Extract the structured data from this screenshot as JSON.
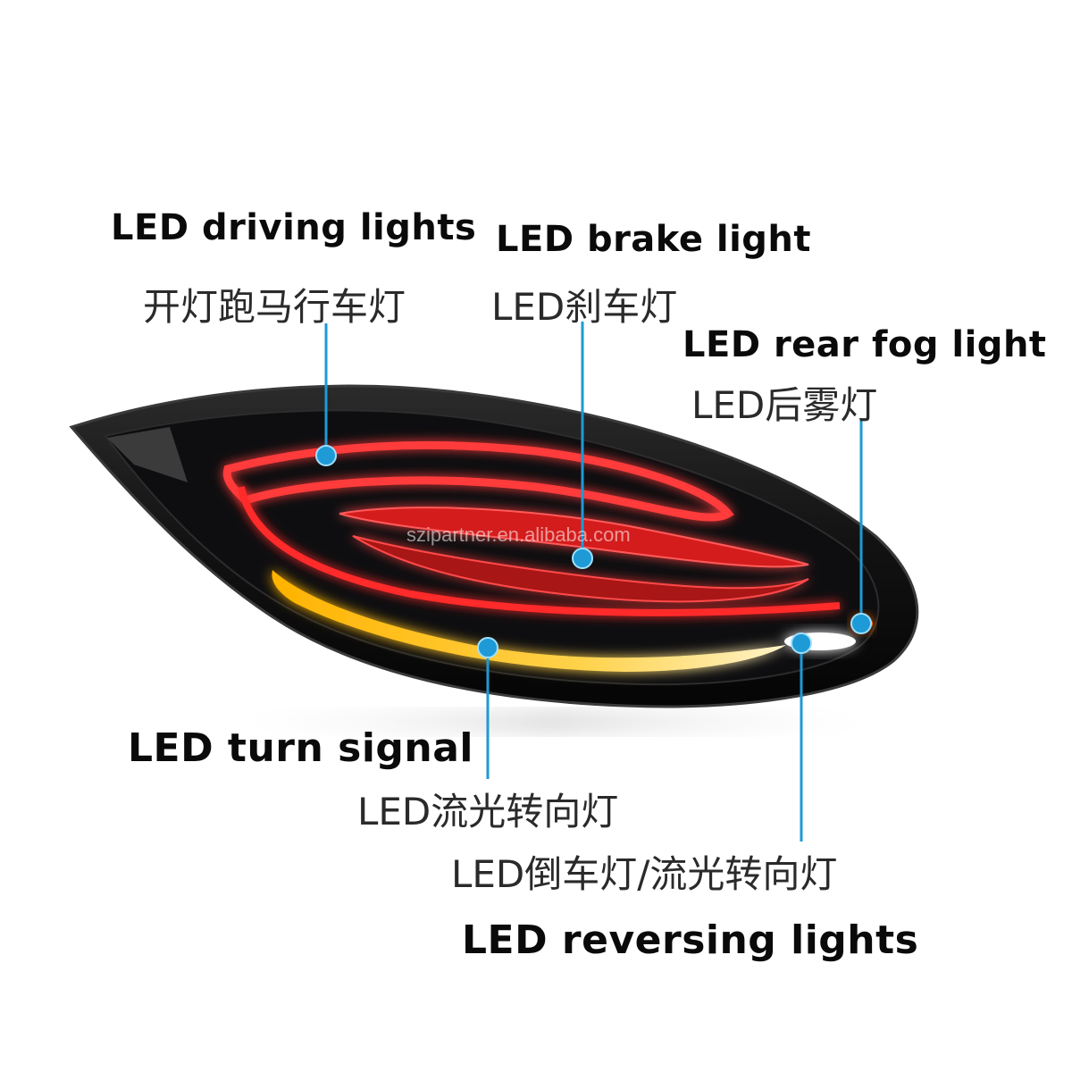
{
  "callouts": {
    "driving": {
      "en": "LED driving lights",
      "cn": "开灯跑马行车灯"
    },
    "brake": {
      "en": "LED brake light",
      "cn": "LED刹车灯"
    },
    "fog": {
      "en": "LED rear fog light",
      "cn": "LED后雾灯"
    },
    "turn": {
      "en": "LED turn signal",
      "cn": "LED流光转向灯"
    },
    "reverse": {
      "en": "LED reversing lights",
      "cn": "LED倒车灯/流光转向灯"
    }
  },
  "watermark": "szipartner.en.alibaba.com",
  "colors": {
    "callout_line": "#1e9ad6",
    "housing": "#141414",
    "led_red": "#ff2a2a",
    "led_amber": "#ffc21a",
    "led_white": "#ffffff"
  }
}
